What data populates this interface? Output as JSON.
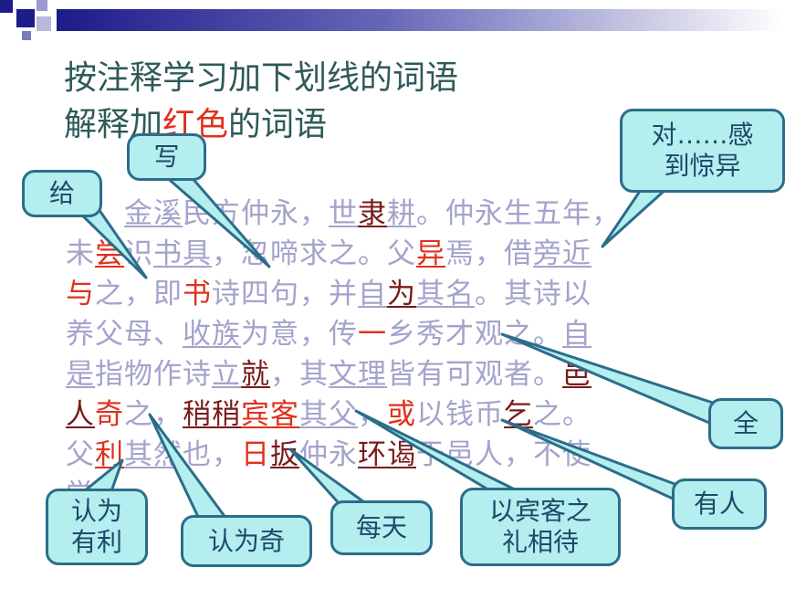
{
  "title": {
    "line1": "按注释学习加下划线的词语",
    "line2_prefix": "解释加",
    "line2_red": "红色",
    "line2_suffix": "的词语"
  },
  "passage": [
    [
      {
        "t": "　　"
      },
      {
        "t": "金溪",
        "u": true
      },
      {
        "t": "民方仲永，"
      },
      {
        "t": "世",
        "u": true
      },
      {
        "t": "隶",
        "u": true,
        "c": "k"
      },
      {
        "t": "耕",
        "u": true
      },
      {
        "t": "。仲永生五年，"
      }
    ],
    [
      {
        "t": "未"
      },
      {
        "t": "尝",
        "u": true,
        "c": "r"
      },
      {
        "t": "识"
      },
      {
        "t": "书具",
        "u": true
      },
      {
        "t": "，忽啼求之。父"
      },
      {
        "t": "异",
        "u": true,
        "c": "r"
      },
      {
        "t": "焉，借"
      },
      {
        "t": "旁近",
        "u": true
      }
    ],
    [
      {
        "t": "与",
        "c": "r"
      },
      {
        "t": "之，即"
      },
      {
        "t": "书",
        "c": "r"
      },
      {
        "t": "诗四句，并"
      },
      {
        "t": "自",
        "u": true
      },
      {
        "t": "为",
        "u": true,
        "c": "k"
      },
      {
        "t": "其名",
        "u": true
      },
      {
        "t": "。其诗以"
      }
    ],
    [
      {
        "t": "养父母、"
      },
      {
        "t": "收族",
        "u": true
      },
      {
        "t": "为意，传"
      },
      {
        "t": "一",
        "c": "r"
      },
      {
        "t": "乡秀才观之。"
      },
      {
        "t": "自",
        "u": true
      }
    ],
    [
      {
        "t": "是",
        "u": true
      },
      {
        "t": "指物作诗"
      },
      {
        "t": "立",
        "u": true
      },
      {
        "t": "就",
        "u": true,
        "c": "k"
      },
      {
        "t": "，其"
      },
      {
        "t": "文理",
        "u": true
      },
      {
        "t": "皆有可观者。"
      },
      {
        "t": "邑",
        "u": true,
        "c": "k"
      }
    ],
    [
      {
        "t": "人",
        "u": true,
        "c": "k"
      },
      {
        "t": "奇",
        "c": "r"
      },
      {
        "t": "之，"
      },
      {
        "t": "稍稍",
        "u": true,
        "c": "k"
      },
      {
        "t": "宾客",
        "u": true,
        "c": "r"
      },
      {
        "t": "其父",
        "u": true
      },
      {
        "t": "，"
      },
      {
        "t": "或",
        "c": "r"
      },
      {
        "t": "以钱币"
      },
      {
        "t": "乞",
        "u": true,
        "c": "k"
      },
      {
        "t": "之。"
      }
    ],
    [
      {
        "t": "父"
      },
      {
        "t": "利",
        "u": true,
        "c": "r"
      },
      {
        "t": "其然",
        "u": true
      },
      {
        "t": "也，"
      },
      {
        "t": "日",
        "c": "r"
      },
      {
        "t": "扳",
        "u": true,
        "c": "k"
      },
      {
        "t": "仲永"
      },
      {
        "t": "环谒",
        "u": true,
        "c": "k"
      },
      {
        "t": "于邑人，不使"
      }
    ],
    [
      {
        "t": "学。"
      }
    ]
  ],
  "callouts": {
    "xie": "写",
    "gei": "给",
    "dui": [
      "对……感",
      "到惊异"
    ],
    "quan": "全",
    "youren": "有人",
    "renwei_youli": [
      "认为",
      "有利"
    ],
    "renwei_qi": "认为奇",
    "meitian": "每天",
    "yi_binke": [
      "以宾客之",
      "礼相待"
    ]
  },
  "colors": {
    "title": "#2e5a58",
    "accent_red": "#e0301e",
    "passage_text": "#a3a3cc",
    "callout_fill": "#b4eeee",
    "callout_border": "#2b6d8a"
  }
}
